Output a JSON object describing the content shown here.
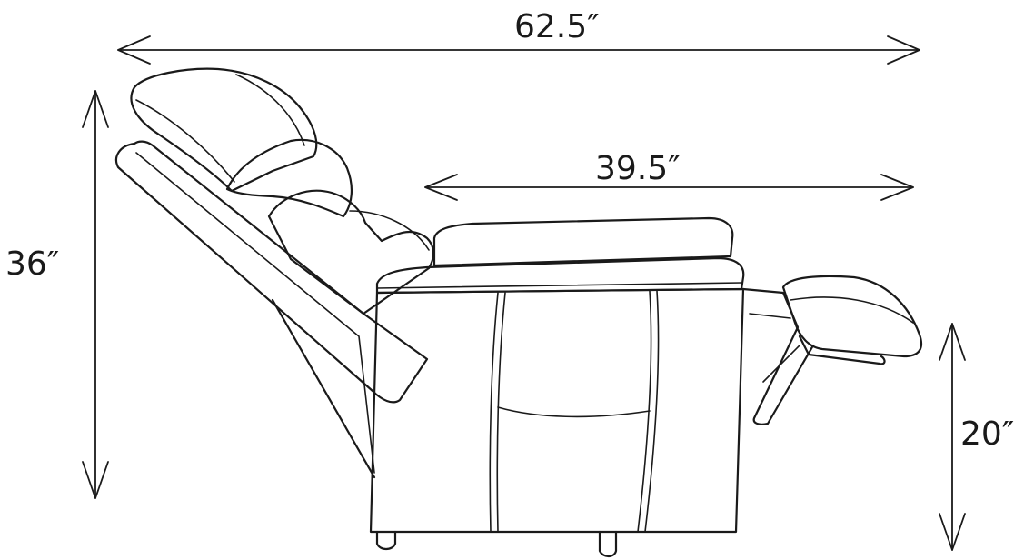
{
  "dimensions": {
    "overall_width": "62.5″",
    "seat_depth": "39.5″",
    "overall_height": "36″",
    "seat_height": "20″"
  },
  "colors": {
    "line": "#1a1a1a",
    "background": "#ffffff"
  }
}
